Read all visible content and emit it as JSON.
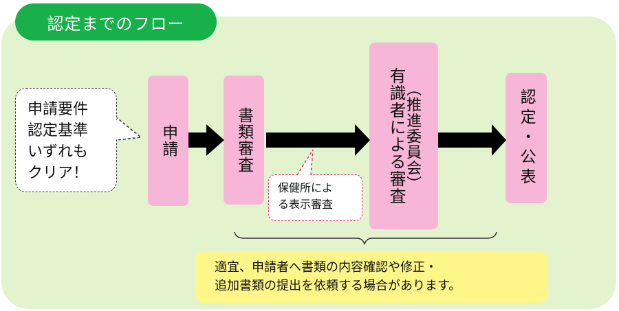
{
  "title": "認定までのフロー",
  "requirements_bubble": {
    "lines": "申請要件\n認定基準\nいずれも\nクリア！"
  },
  "steps": [
    {
      "label": "申請"
    },
    {
      "label": "書類審査"
    },
    {
      "label": "有識者による審査",
      "sub": "（推進委員会）"
    },
    {
      "label": "認定・公表"
    }
  ],
  "health_center_callout": "保健所によ\nる表示審査",
  "note": "適宜、申請者へ書類の内容確認や修正・\n追加書類の提出を依頼する場合があります。",
  "colors": {
    "panel": "#e3f3ce",
    "title_pill": "#18b04a",
    "step_box": "#f7b6d8",
    "note": "#fff68a",
    "arrow": "#000000"
  }
}
